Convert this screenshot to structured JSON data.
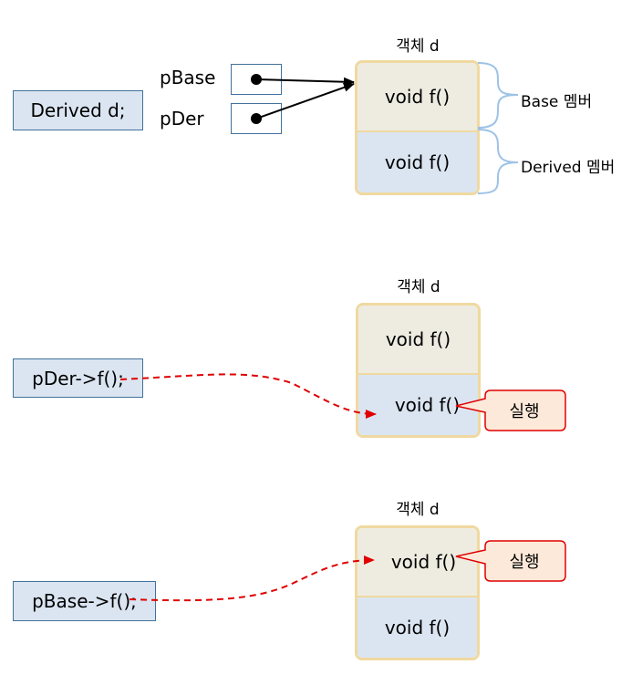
{
  "top": {
    "object_title": "객체 d",
    "declaration": "Derived d;",
    "ptr_base_label": "pBase",
    "ptr_der_label": "pDer",
    "base_cell": "void f()",
    "derived_cell": "void f()",
    "base_member_label": "Base 멤버",
    "derived_member_label": "Derived 멤버"
  },
  "middle": {
    "object_title": "객체 d",
    "call": "pDer->f();",
    "base_cell": "void f()",
    "derived_cell": "void f()",
    "exec_label": "실행"
  },
  "bottom": {
    "object_title": "객체 d",
    "call": "pBase->f();",
    "base_cell": "void f()",
    "derived_cell": "void f()",
    "exec_label": "실행"
  },
  "colors": {
    "code_box_fill": "#dbe5f1",
    "code_box_border": "#41719c",
    "base_fill": "#eeece1",
    "derived_fill": "#dbe5f1",
    "object_border": "#f0d9a0",
    "call_arrow": "#e00000",
    "exec_callout_fill": "#fde9d9",
    "exec_callout_border": "#e00000",
    "brace": "#9dc3e6"
  }
}
